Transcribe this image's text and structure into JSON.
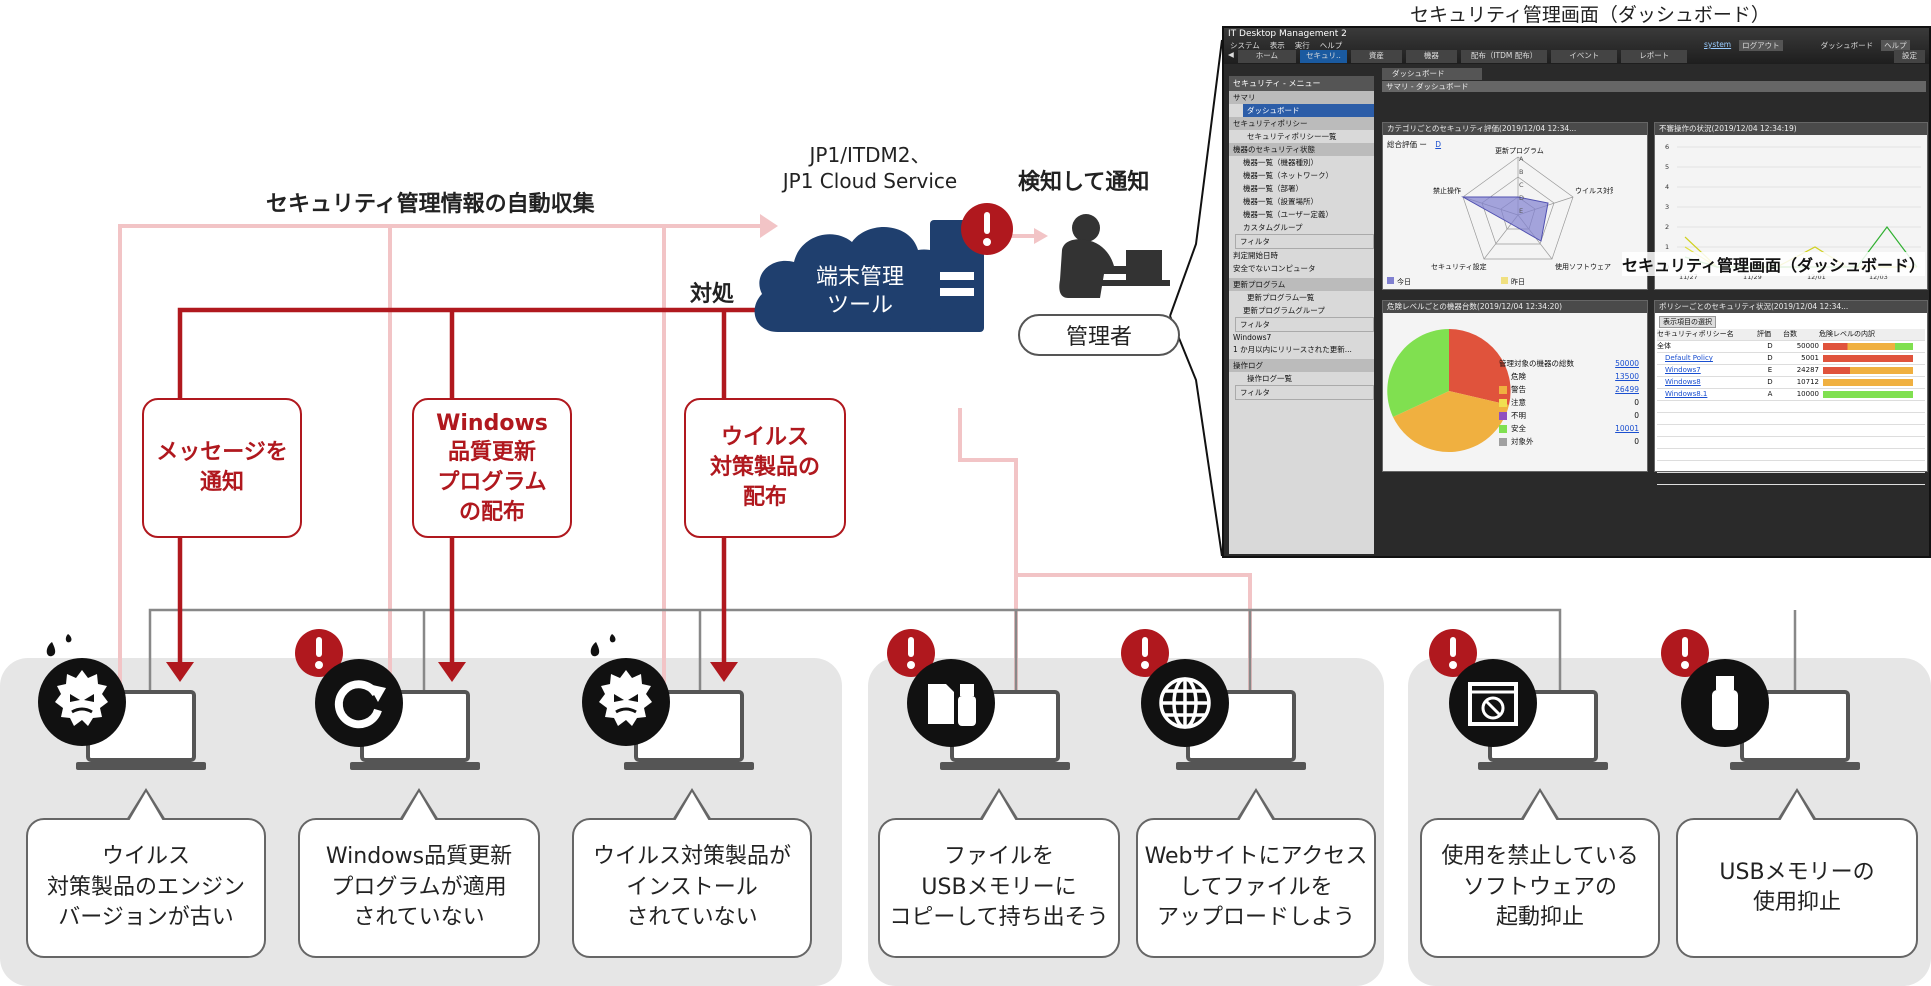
{
  "title_dashboard": "セキュリティ管理画面（ダッシュボード）",
  "title_dashboard_overlay": "セキュリティ管理画面（ダッシュボード）",
  "auto_collect_label": "セキュリティ管理情報の自動収集",
  "server_name_line1": "JP1/ITDM2、",
  "server_name_line2": "JP1 Cloud Service",
  "detect_notify_label": "検知して通知",
  "cloud_label": "端末管理\nツール",
  "respond_label": "対処",
  "admin_label": "管理者",
  "actions": [
    {
      "text": "メッセージを\n通知"
    },
    {
      "text": "Windows\n品質更新\nプログラム\nの配布"
    },
    {
      "text": "ウイルス\n対策製品の\n配布"
    }
  ],
  "bubbles": [
    {
      "text": "ウイルス\n対策製品のエンジン\nバージョンが古い",
      "icon": "virus-icon"
    },
    {
      "text": "Windows品質更新\nプログラムが適用\nされていない",
      "icon": "update-icon"
    },
    {
      "text": "ウイルス対策製品が\nインストール\nされていない",
      "icon": "virus-icon"
    },
    {
      "text": "ファイルを\nUSBメモリーに\nコピーして持ち出そう",
      "icon": "file-usb-icon"
    },
    {
      "text": "Webサイトにアクセス\nしてファイルを\nアップロードしよう",
      "icon": "globe-icon"
    },
    {
      "text": "使用を禁止している\nソフトウェアの\n起動抑止",
      "icon": "prohibit-window-icon"
    },
    {
      "text": "USBメモリーの\n使用抑止",
      "icon": "usb-icon"
    }
  ],
  "colors": {
    "accent": "#b0181e",
    "pink_line": "#f2c4c6",
    "cloud": "#1f3f6e",
    "group_bg": "#e6e6e6"
  },
  "dashboard": {
    "app_title": "IT Desktop Management 2",
    "menu": [
      "システム",
      "表示",
      "実行",
      "ヘルプ"
    ],
    "top_right": [
      "system",
      "ログアウト",
      "ダッシュボード",
      "ヘルプ"
    ],
    "toolbar": [
      "ホーム",
      "セキュリ..",
      "資産",
      "機器",
      "配布（ITDM 配布）",
      "イベント",
      "レポート",
      "設定"
    ],
    "left_menu_title": "セキュリティ - メニュー",
    "left_items": [
      "サマリ",
      "ダッシュボード",
      "セキュリティポリシー",
      "セキュリティポリシー一覧",
      "機器のセキュリティ状態",
      "機器一覧（機器種別）",
      "機器一覧（ネットワーク）",
      "機器一覧（部署）",
      "機器一覧（設置場所）",
      "機器一覧（ユーザー定義）",
      "カスタムグループ",
      "フィルタ",
      "判定開始日時",
      "安全でないコンピュータ",
      "更新プログラム",
      "更新プログラム一覧",
      "更新プログラムグループ",
      "フィルタ",
      "Windows7",
      "1 か月以内にリリースされた更新...",
      "操作ログ",
      "操作ログ一覧",
      "フィルタ"
    ],
    "tab_label": "ダッシュボード",
    "breadcrumb": "サマリ - ダッシュボード",
    "panel1_title": "カテゴリごとのセキュリティ評価(2019/12/04 12:34...",
    "panel1_overall": "総合評価 ー",
    "panel1_grade": "D",
    "radar_axes": [
      "更新プログラム",
      "ウイルス対策製品",
      "使用ソフトウェア",
      "セキュリティ設定",
      "禁止操作"
    ],
    "radar_grades": [
      "A",
      "B",
      "C",
      "D",
      "E"
    ],
    "radar_legend": [
      "今日",
      "昨日"
    ],
    "panel2_title": "不審操作の状況(2019/12/04 12:34:19)",
    "panel3_title": "危険レベルごとの機器台数(2019/12/04 12:34:20)",
    "panel3_total_label": "管理対象の機器の総数",
    "panel3_total_value": "50000",
    "levels": [
      {
        "name": "危険",
        "value": "13500",
        "color": "#e0533c"
      },
      {
        "name": "警告",
        "value": "26499",
        "color": "#f0b040"
      },
      {
        "name": "注意",
        "value": "0",
        "color": "#f0e050"
      },
      {
        "name": "不明",
        "value": "0",
        "color": "#9050c0"
      },
      {
        "name": "安全",
        "value": "10001",
        "color": "#80e050"
      },
      {
        "name": "対象外",
        "value": "0",
        "color": "#a0a0a0"
      }
    ],
    "panel4_title": "ポリシーごとのセキュリティ状況(2019/12/04 12:34...",
    "panel4_button": "表示項目の選択",
    "policy_headers": [
      "セキュリティポリシー名",
      "評価",
      "台数",
      "危険レベルの内訳"
    ],
    "policies": [
      {
        "name": "全体",
        "grade": "D",
        "count": "50000"
      },
      {
        "name": "Default Policy",
        "grade": "D",
        "count": "5001"
      },
      {
        "name": "Windows7",
        "grade": "E",
        "count": "24287"
      },
      {
        "name": "Windows8",
        "grade": "D",
        "count": "10712"
      },
      {
        "name": "Windows8.1",
        "grade": "A",
        "count": "10000"
      }
    ],
    "line_y_ticks": [
      "6",
      "5",
      "4",
      "3",
      "2",
      "1",
      "0"
    ],
    "line_x_ticks": [
      "11/27",
      "11/29",
      "12/01",
      "12/03"
    ]
  }
}
